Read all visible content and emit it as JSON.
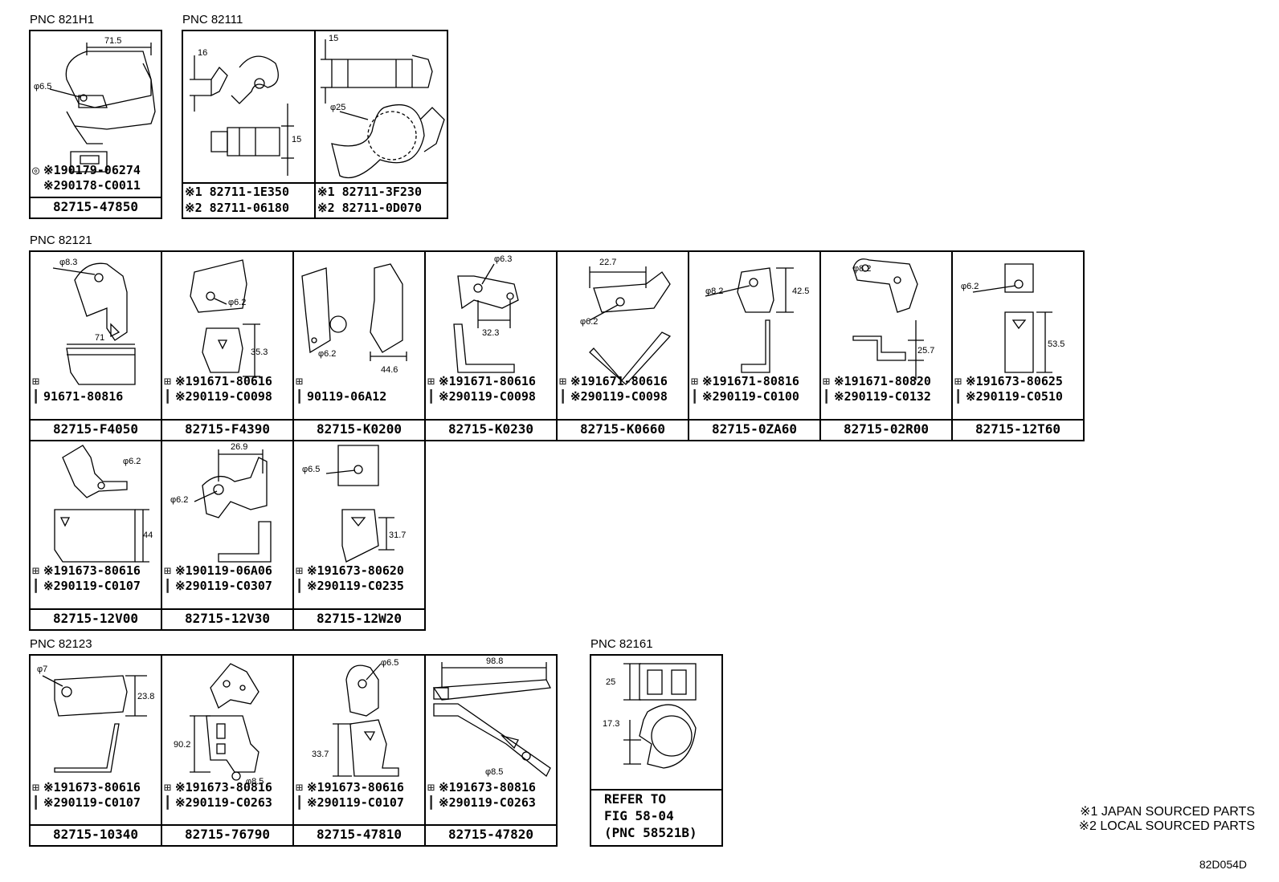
{
  "sections": {
    "s1": "PNC 821H1",
    "s2": "PNC 82111",
    "s3": "PNC 82121",
    "s4": "PNC 82123",
    "s5": "PNC 82161"
  },
  "cells": {
    "c1": {
      "part": "82715-47850",
      "line1": "※190179-06274",
      "line2": "※290178-C0011",
      "dims": [
        "71.5",
        "φ6.5"
      ]
    },
    "c2": {
      "line1": "※1 82711-1E350",
      "line2": "※2 82711-06180",
      "dims": [
        "16",
        "15"
      ]
    },
    "c3": {
      "line1": "※1 82711-3F230",
      "line2": "※2 82711-0D070",
      "dims": [
        "15",
        "φ25"
      ]
    },
    "c4": {
      "part": "82715-F4050",
      "line1": "",
      "line2": "91671-80816",
      "dims": [
        "φ8.3",
        "71"
      ]
    },
    "c5": {
      "part": "82715-F4390",
      "line1": "※191671-80616",
      "line2": "※290119-C0098",
      "dims": [
        "φ6.2",
        "35.3"
      ]
    },
    "c6": {
      "part": "82715-K0200",
      "line1": "",
      "line2": "90119-06A12",
      "dims": [
        "φ6.2",
        "44.6"
      ]
    },
    "c7": {
      "part": "82715-K0230",
      "line1": "※191671-80616",
      "line2": "※290119-C0098",
      "dims": [
        "φ6.3",
        "32.3"
      ]
    },
    "c8": {
      "part": "82715-K0660",
      "line1": "※191671-80616",
      "line2": "※290119-C0098",
      "dims": [
        "22.7",
        "φ6.2"
      ]
    },
    "c9": {
      "part": "82715-0ZA60",
      "line1": "※191671-80816",
      "line2": "※290119-C0100",
      "dims": [
        "φ8.2",
        "42.5"
      ]
    },
    "c10": {
      "part": "82715-02R00",
      "line1": "※191671-80820",
      "line2": "※290119-C0132",
      "dims": [
        "φ8.2",
        "25.7"
      ]
    },
    "c11": {
      "part": "82715-12T60",
      "line1": "※191673-80625",
      "line2": "※290119-C0510",
      "dims": [
        "φ6.2",
        "53.5"
      ]
    },
    "c12": {
      "part": "82715-12V00",
      "line1": "※191673-80616",
      "line2": "※290119-C0107",
      "dims": [
        "φ6.2",
        "44"
      ]
    },
    "c13": {
      "part": "82715-12V30",
      "line1": "※190119-06A06",
      "line2": "※290119-C0307",
      "dims": [
        "26.9",
        "φ6.2"
      ]
    },
    "c14": {
      "part": "82715-12W20",
      "line1": "※191673-80620",
      "line2": "※290119-C0235",
      "dims": [
        "φ6.5",
        "31.7"
      ]
    },
    "c15": {
      "part": "82715-10340",
      "line1": "※191673-80616",
      "line2": "※290119-C0107",
      "dims": [
        "φ7",
        "23.8"
      ]
    },
    "c16": {
      "part": "82715-76790",
      "line1": "※191673-80816",
      "line2": "※290119-C0263",
      "dims": [
        "90.2",
        "φ8.5"
      ]
    },
    "c17": {
      "part": "82715-47810",
      "line1": "※191673-80616",
      "line2": "※290119-C0107",
      "dims": [
        "φ6.5",
        "33.7"
      ]
    },
    "c18": {
      "part": "82715-47820",
      "line1": "※191673-80816",
      "line2": "※290119-C0263",
      "dims": [
        "98.8",
        "φ8.5"
      ]
    },
    "c19": {
      "ref1": "REFER TO",
      "ref2": "FIG 58-04",
      "ref3": "(PNC 58521B)",
      "dims": [
        "25",
        "17.3"
      ]
    }
  },
  "notes": {
    "n1": "※1 JAPAN SOURCED PARTS",
    "n2": "※2 LOCAL SOURCED PARTS",
    "code": "82D054D"
  },
  "icons": {
    "bolt": "bolt-icon",
    "nut": "nut-icon",
    "clip": "clip-icon"
  }
}
